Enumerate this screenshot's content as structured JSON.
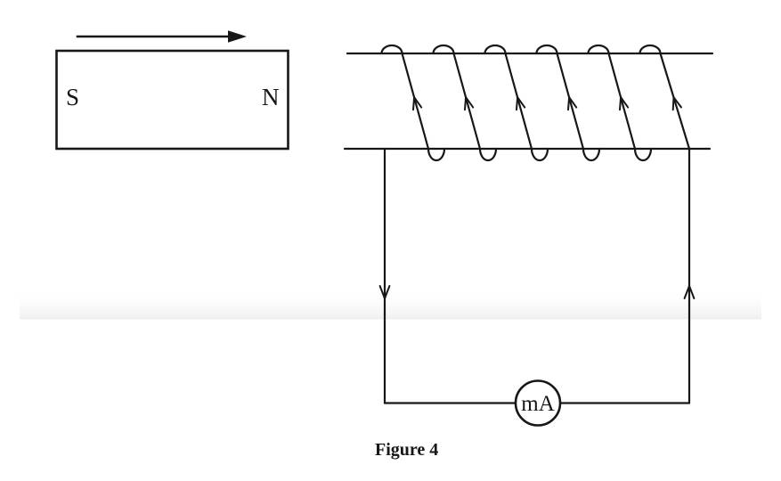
{
  "caption": "Figure 4",
  "colors": {
    "ink": "#171717",
    "background": "#ffffff",
    "scan_band": "#f1f1f1"
  },
  "magnet": {
    "south_label": "S",
    "north_label": "N",
    "motion_arrow_icon": "right-arrow-icon"
  },
  "coil": {
    "turns": 6,
    "winding_current_arrow_icon": "up-arrow-icon"
  },
  "wires": {
    "left_wire_arrow_icon": "down-arrow-icon",
    "right_wire_arrow_icon": "up-arrow-icon"
  },
  "meter": {
    "label": "mA"
  }
}
